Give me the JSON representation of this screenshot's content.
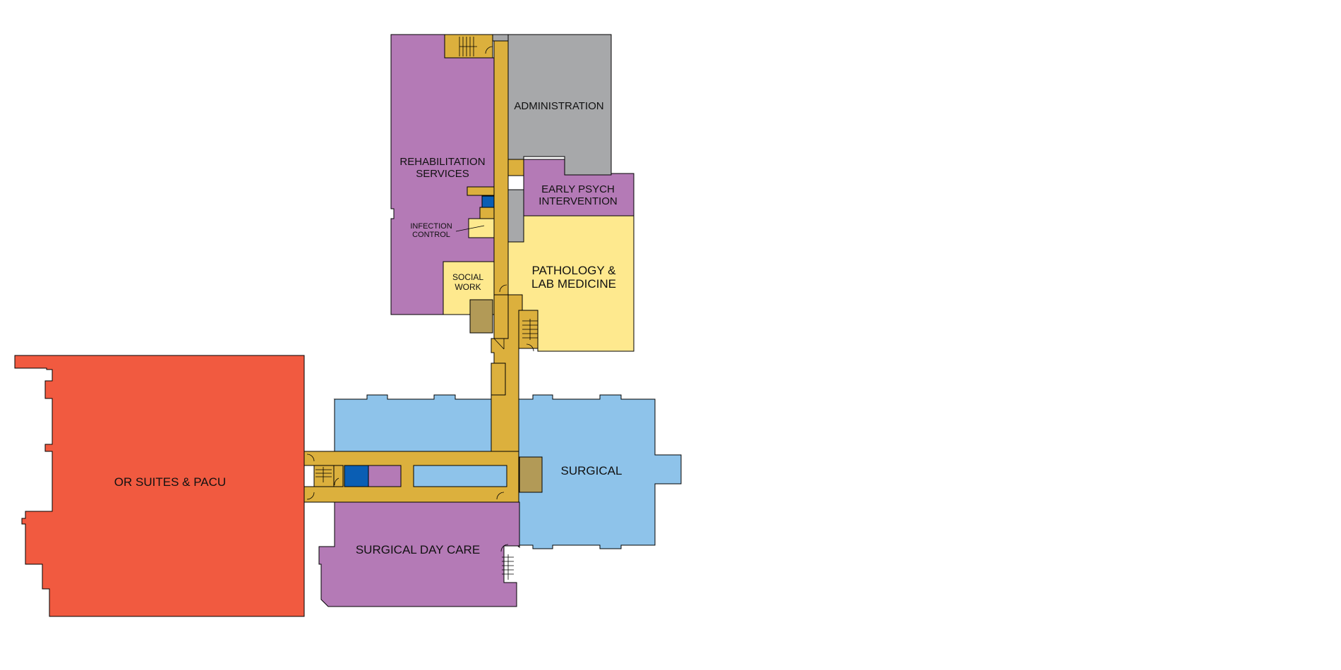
{
  "colors": {
    "or_suites": "#F15A40",
    "rehab": "#B47AB6",
    "surgical": "#8EC3EA",
    "surgical_day_care": "#B47AB6",
    "administration": "#A7A8AA",
    "early_psych": "#B47AB6",
    "pathology": "#FEE98E",
    "social_work": "#FEE98E",
    "infection_control": "#FEE98E",
    "corridor": "#DCB03D",
    "service": "#B29A57",
    "elevator": "#0A5EB4",
    "outline": "#000000"
  },
  "departments": {
    "administration": "ADMINISTRATION",
    "rehab_line1": "REHABILITATION",
    "rehab_line2": "SERVICES",
    "early_psych_line1": "EARLY PSYCH",
    "early_psych_line2": "INTERVENTION",
    "infection_control_line1": "INFECTION",
    "infection_control_line2": "CONTROL",
    "social_work_line1": "SOCIAL",
    "social_work_line2": "WORK",
    "pathology_line1": "PATHOLOGY &",
    "pathology_line2": "LAB MEDICINE",
    "surgical": "SURGICAL",
    "or_suites": "OR SUITES & PACU",
    "surgical_day_care": "SURGICAL DAY CARE"
  }
}
